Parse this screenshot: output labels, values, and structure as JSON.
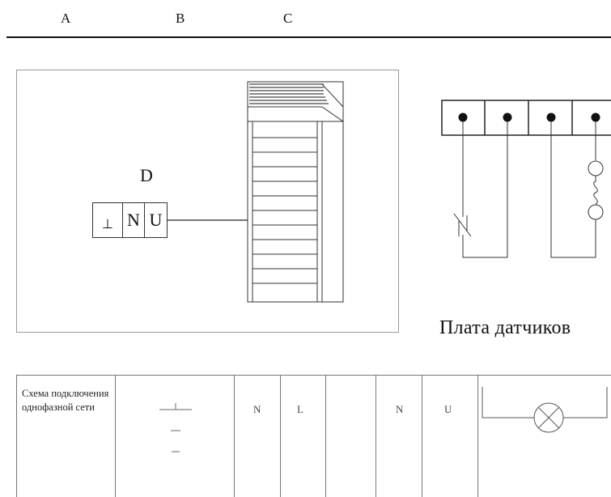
{
  "header": {
    "col_a": "A",
    "col_b": "B",
    "col_c": "C"
  },
  "diagram": {
    "indoor_terminal_label": "D",
    "terminal_cells": [
      "⊥",
      "N",
      "U"
    ],
    "sensor_board_label": "Плата датчиков"
  },
  "table": {
    "title": "Схема подключения однофазной сети",
    "cells": [
      "N",
      "L",
      "",
      "N",
      "U"
    ]
  },
  "colors": {
    "line": "#111111",
    "frame": "#9a9a9a",
    "table_line": "#777777"
  }
}
